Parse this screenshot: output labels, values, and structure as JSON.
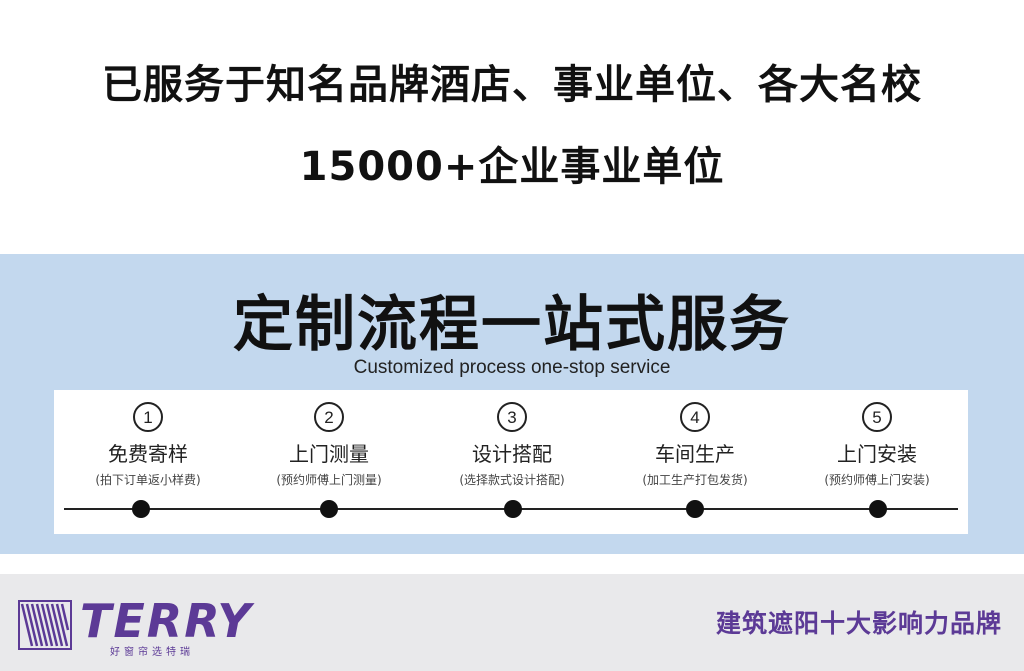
{
  "header": {
    "line1": "已服务于知名品牌酒店、事业单位、各大名校",
    "line2": "15000+企业事业单位"
  },
  "process": {
    "title": "定制流程一站式服务",
    "subtitle": "Customized process one-stop service",
    "steps": [
      {
        "num": "1",
        "name": "免费寄样",
        "desc": "(拍下订单返小样费)"
      },
      {
        "num": "2",
        "name": "上门测量",
        "desc": "(预约师傅上门测量)"
      },
      {
        "num": "3",
        "name": "设计搭配",
        "desc": "(选择款式设计搭配)"
      },
      {
        "num": "4",
        "name": "车间生产",
        "desc": "(加工生产打包发货)"
      },
      {
        "num": "5",
        "name": "上门安装",
        "desc": "(预约师傅上门安装)"
      }
    ]
  },
  "footer": {
    "brand": "TERRY",
    "tagline": "好窗帘选特瑞",
    "slogan": "建筑遮阳十大影响力品牌",
    "logo_icon": "striped-window-logo-icon"
  },
  "colors": {
    "brand_purple": "#5c3a96",
    "band_blue": "#c3d8ee",
    "footer_gray": "#e9e9eb"
  }
}
